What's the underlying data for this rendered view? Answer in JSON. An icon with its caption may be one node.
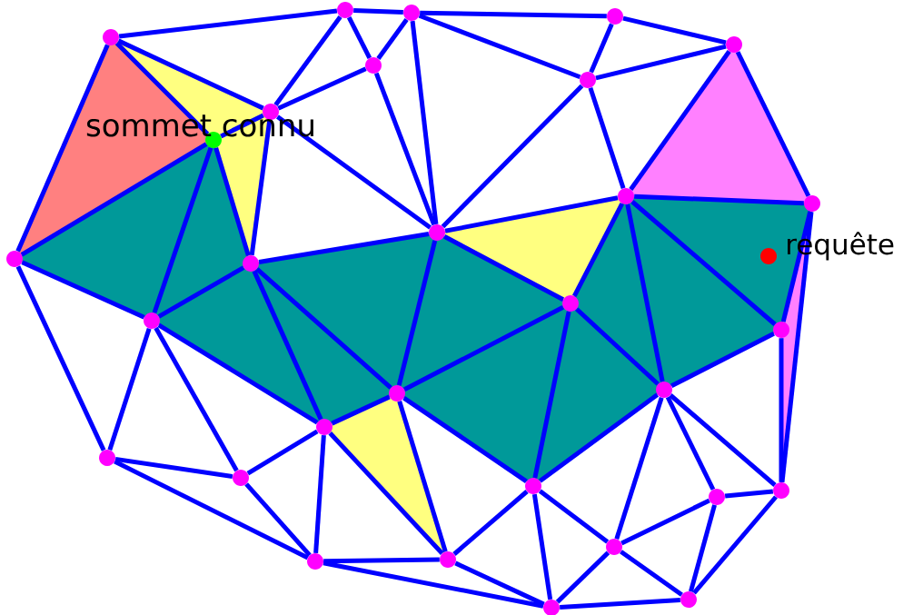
{
  "diagram": {
    "nodes": [
      {
        "text": [],
        "shape": "circle"
      },
      {
        "text": [],
        "shape": "circle"
      },
      {
        "text": [],
        "shape": "circle"
      },
      {
        "text": [],
        "shape": "circle"
      },
      {
        "text": [],
        "shape": "circle"
      },
      {
        "text": [],
        "shape": "circle"
      },
      {
        "text": [],
        "shape": "circle"
      },
      {
        "text": [],
        "shape": "circle"
      },
      {
        "text": [],
        "shape": "circle",
        "beside": [
          "sommet connu"
        ]
      },
      {
        "text": [],
        "shape": "circle"
      },
      {
        "text": [],
        "shape": "circle"
      },
      {
        "text": [],
        "shape": "circle"
      },
      {
        "text": [],
        "shape": "circle"
      },
      {
        "text": [],
        "shape": "circle"
      },
      {
        "text": [],
        "shape": "circle"
      },
      {
        "text": [],
        "shape": "circle"
      },
      {
        "text": [],
        "shape": "circle"
      },
      {
        "text": [],
        "shape": "circle"
      },
      {
        "text": [],
        "shape": "circle"
      },
      {
        "text": [],
        "shape": "circle"
      },
      {
        "text": [],
        "shape": "circle"
      },
      {
        "text": [],
        "shape": "circle"
      },
      {
        "text": [],
        "shape": "circle"
      },
      {
        "text": [],
        "shape": "circle"
      },
      {
        "text": [],
        "shape": "circle"
      },
      {
        "text": [],
        "shape": "circle"
      },
      {
        "text": [],
        "shape": "circle"
      },
      {
        "text": [],
        "shape": "circle"
      },
      {
        "text": [],
        "shape": "circle"
      },
      {
        "text": [],
        "shape": "circle"
      },
      {
        "text": [],
        "shape": "circle",
        "beside": [
          "requête"
        ]
      }
    ],
    "edges": [
      {
        "from": 0,
        "to": 1,
        "arrow": "none"
      },
      {
        "from": 0,
        "to": 7,
        "arrow": "none"
      },
      {
        "from": 0,
        "to": 8,
        "arrow": "none"
      },
      {
        "from": 0,
        "to": 11,
        "arrow": "none"
      },
      {
        "from": 1,
        "to": 2,
        "arrow": "none"
      },
      {
        "from": 1,
        "to": 5,
        "arrow": "none"
      },
      {
        "from": 1,
        "to": 7,
        "arrow": "none"
      },
      {
        "from": 2,
        "to": 3,
        "arrow": "none"
      },
      {
        "from": 2,
        "to": 5,
        "arrow": "none"
      },
      {
        "from": 2,
        "to": 12,
        "arrow": "none"
      },
      {
        "from": 2,
        "to": 6,
        "arrow": "none"
      },
      {
        "from": 3,
        "to": 6,
        "arrow": "none"
      },
      {
        "from": 3,
        "to": 4,
        "arrow": "none"
      },
      {
        "from": 5,
        "to": 7,
        "arrow": "none"
      },
      {
        "from": 5,
        "to": 12,
        "arrow": "none"
      },
      {
        "from": 6,
        "to": 12,
        "arrow": "none"
      },
      {
        "from": 6,
        "to": 9,
        "arrow": "none"
      },
      {
        "from": 6,
        "to": 4,
        "arrow": "none"
      },
      {
        "from": 7,
        "to": 8,
        "arrow": "none"
      },
      {
        "from": 7,
        "to": 13,
        "arrow": "none"
      },
      {
        "from": 7,
        "to": 12,
        "arrow": "none"
      },
      {
        "from": 8,
        "to": 11,
        "arrow": "none"
      },
      {
        "from": 8,
        "to": 15,
        "arrow": "none"
      },
      {
        "from": 8,
        "to": 13,
        "arrow": "none"
      },
      {
        "from": 4,
        "to": 9,
        "arrow": "none"
      },
      {
        "from": 4,
        "to": 10,
        "arrow": "none"
      },
      {
        "from": 9,
        "to": 10,
        "arrow": "none"
      },
      {
        "from": 9,
        "to": 12,
        "arrow": "none"
      },
      {
        "from": 9,
        "to": 14,
        "arrow": "none"
      },
      {
        "from": 9,
        "to": 18,
        "arrow": "none"
      },
      {
        "from": 9,
        "to": 16,
        "arrow": "none"
      },
      {
        "from": 10,
        "to": 16,
        "arrow": "none"
      },
      {
        "from": 10,
        "to": 24,
        "arrow": "none"
      },
      {
        "from": 11,
        "to": 15,
        "arrow": "none"
      },
      {
        "from": 11,
        "to": 20,
        "arrow": "none"
      },
      {
        "from": 12,
        "to": 13,
        "arrow": "none"
      },
      {
        "from": 12,
        "to": 17,
        "arrow": "none"
      },
      {
        "from": 12,
        "to": 14,
        "arrow": "none"
      },
      {
        "from": 13,
        "to": 15,
        "arrow": "none"
      },
      {
        "from": 13,
        "to": 19,
        "arrow": "none"
      },
      {
        "from": 13,
        "to": 17,
        "arrow": "none"
      },
      {
        "from": 14,
        "to": 17,
        "arrow": "none"
      },
      {
        "from": 14,
        "to": 22,
        "arrow": "none"
      },
      {
        "from": 14,
        "to": 18,
        "arrow": "none"
      },
      {
        "from": 15,
        "to": 19,
        "arrow": "none"
      },
      {
        "from": 15,
        "to": 21,
        "arrow": "none"
      },
      {
        "from": 15,
        "to": 20,
        "arrow": "none"
      },
      {
        "from": 16,
        "to": 18,
        "arrow": "none"
      },
      {
        "from": 16,
        "to": 24,
        "arrow": "none"
      },
      {
        "from": 17,
        "to": 19,
        "arrow": "none"
      },
      {
        "from": 17,
        "to": 22,
        "arrow": "none"
      },
      {
        "from": 17,
        "to": 27,
        "arrow": "none"
      },
      {
        "from": 18,
        "to": 22,
        "arrow": "none"
      },
      {
        "from": 18,
        "to": 25,
        "arrow": "none"
      },
      {
        "from": 18,
        "to": 23,
        "arrow": "none"
      },
      {
        "from": 18,
        "to": 24,
        "arrow": "none"
      },
      {
        "from": 19,
        "to": 21,
        "arrow": "none"
      },
      {
        "from": 19,
        "to": 26,
        "arrow": "none"
      },
      {
        "from": 19,
        "to": 27,
        "arrow": "none"
      },
      {
        "from": 20,
        "to": 21,
        "arrow": "none"
      },
      {
        "from": 20,
        "to": 26,
        "arrow": "none"
      },
      {
        "from": 21,
        "to": 26,
        "arrow": "none"
      },
      {
        "from": 22,
        "to": 27,
        "arrow": "none"
      },
      {
        "from": 22,
        "to": 28,
        "arrow": "none"
      },
      {
        "from": 22,
        "to": 25,
        "arrow": "none"
      },
      {
        "from": 23,
        "to": 24,
        "arrow": "none"
      },
      {
        "from": 23,
        "to": 25,
        "arrow": "none"
      },
      {
        "from": 23,
        "to": 29,
        "arrow": "none"
      },
      {
        "from": 24,
        "to": 29,
        "arrow": "none"
      },
      {
        "from": 25,
        "to": 28,
        "arrow": "none"
      },
      {
        "from": 25,
        "to": 29,
        "arrow": "none"
      },
      {
        "from": 26,
        "to": 27,
        "arrow": "none"
      },
      {
        "from": 26,
        "to": 28,
        "arrow": "none"
      },
      {
        "from": 27,
        "to": 28,
        "arrow": "none"
      },
      {
        "from": 28,
        "to": 29,
        "arrow": "none"
      }
    ]
  }
}
